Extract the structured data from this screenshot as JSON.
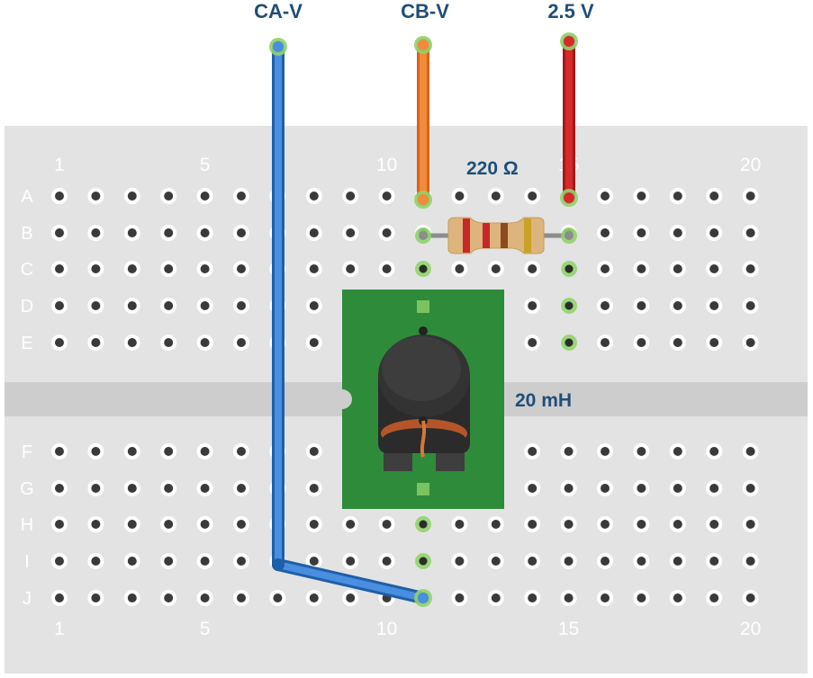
{
  "breadboard": {
    "column_labels": [
      "1",
      "5",
      "10",
      "15",
      "20"
    ],
    "column_label_positions": [
      1,
      5,
      10,
      15,
      20
    ],
    "top_rows": [
      "A",
      "B",
      "C",
      "D",
      "E"
    ],
    "bottom_rows": [
      "F",
      "G",
      "H",
      "I",
      "J"
    ],
    "column_count": 20
  },
  "wires": [
    {
      "name": "CA-V",
      "color": "#3a7bd5"
    },
    {
      "name": "CB-V",
      "color": "#e8731e"
    },
    {
      "name": "2.5 V",
      "color": "#c8201e"
    }
  ],
  "resistor": {
    "label": "220 Ω"
  },
  "inductor": {
    "label": "20 mH"
  },
  "colors": {
    "board": "#e3e3e3",
    "channel": "#cdcdcd",
    "hole": "#3a3a3a",
    "hole_ring": "#ffffff",
    "label": "#1f4e79",
    "pcb": "#2e8b3a",
    "highlight": "#8fd16a"
  }
}
